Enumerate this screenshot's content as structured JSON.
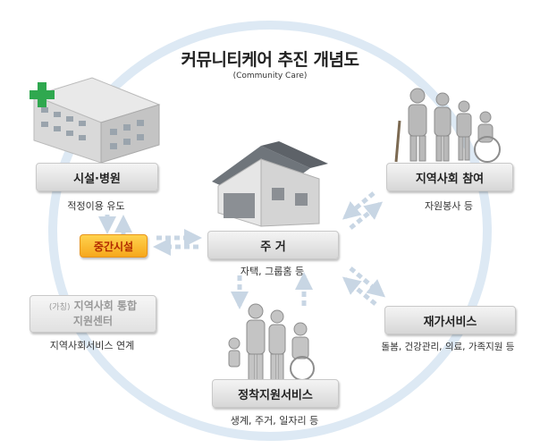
{
  "title": "커뮤니티케어 추진 개념도",
  "subtitle": "(Community Care)",
  "nodes": {
    "hospital": {
      "label": "시설·병원",
      "sub": "적정이용 유도"
    },
    "intermediate": {
      "label": "중간시설"
    },
    "community_participation": {
      "label": "지역사회 참여",
      "sub": "자원봉사 등"
    },
    "housing": {
      "label": "주 거",
      "sub": "자택, 그룹홈 등"
    },
    "support_center": {
      "label_prefix": "(가칭)",
      "label_line1": "지역사회 통합",
      "label_line2": "지원센터",
      "sub": "지역사회서비스 연계"
    },
    "home_service": {
      "label": "재가서비스",
      "sub": "돌봄, 건강관리, 의료, 가족지원 등"
    },
    "settlement": {
      "label": "정착지원서비스",
      "sub": "생계, 주거, 일자리 등"
    }
  },
  "colors": {
    "ring": "#dde9f4",
    "arrow": "#c8d6e4",
    "orange_node": "#f6a81c",
    "cross": "#2fa84f"
  }
}
